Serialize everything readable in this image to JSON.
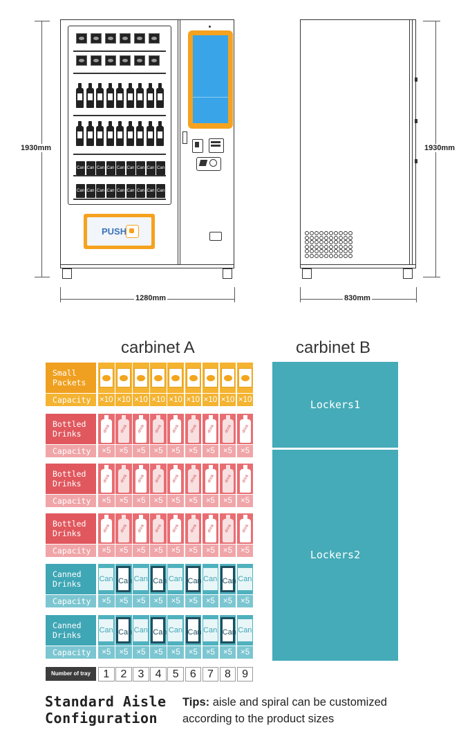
{
  "drawing": {
    "front_height_label": "1930mm",
    "side_height_label": "1930mm",
    "front_width_label": "1280mm",
    "side_depth_label": "830mm",
    "push_label": "PUSH",
    "can_label": "Can",
    "accent_color": "#f5a21f",
    "screen_color": "#39a4e8"
  },
  "cabinet_a": {
    "title": "carbinet A",
    "rows": [
      {
        "name": "Small Packets",
        "line1": "Small",
        "line2": "Packets",
        "capacity_label": "Capacity",
        "item": "packet",
        "cap_value": "×10",
        "header_color": "#f0a020",
        "cap_color": "#f4b330",
        "cell_bg": "#f4b330"
      },
      {
        "name": "Bottled Drinks",
        "line1": "Bottled",
        "line2": "Drinks",
        "capacity_label": "Capacity",
        "item": "bottle",
        "cap_value": "×5",
        "header_color": "#e0585e",
        "cap_color": "#f0a5a8",
        "cell_bg": "#e86d72"
      },
      {
        "name": "Bottled Drinks",
        "line1": "Bottled",
        "line2": "Drinks",
        "capacity_label": "Capacity",
        "item": "bottle",
        "cap_value": "×5",
        "header_color": "#e0585e",
        "cap_color": "#f0a5a8",
        "cell_bg": "#e86d72"
      },
      {
        "name": "Bottled Drinks",
        "line1": "Bottled",
        "line2": "Drinks",
        "capacity_label": "Capacity",
        "item": "bottle",
        "cap_value": "×5",
        "header_color": "#e0585e",
        "cap_color": "#f0a5a8",
        "cell_bg": "#e86d72"
      },
      {
        "name": "Canned Drinks",
        "line1": "Canned",
        "line2": "Drinks",
        "capacity_label": "Capacity",
        "item": "can",
        "cap_value": "×5",
        "header_color": "#3fa6b5",
        "cap_color": "#7cc6d1",
        "cell_bg": "#4fb1be"
      },
      {
        "name": "Canned Drinks",
        "line1": "Canned",
        "line2": "Drinks",
        "capacity_label": "Capacity",
        "item": "can",
        "cap_value": "×5",
        "header_color": "#3fa6b5",
        "cap_color": "#7cc6d1",
        "cell_bg": "#4fb1be"
      }
    ],
    "tray_label": "Number of tray",
    "tray_numbers": [
      "1",
      "2",
      "3",
      "4",
      "5",
      "6",
      "7",
      "8",
      "9"
    ],
    "bottle_text": "drink",
    "can_text": "Can"
  },
  "cabinet_b": {
    "title": "carbinet B",
    "lockers": [
      "Lockers1",
      "Lockers2"
    ],
    "locker_color": "#45abb8"
  },
  "footer": {
    "heading_line1": "Standard Aisle",
    "heading_line2": "Configuration",
    "tips_label": "Tips:",
    "tips_line1": " aisle and spiral can be customized",
    "tips_line2": "according to the  product sizes"
  }
}
